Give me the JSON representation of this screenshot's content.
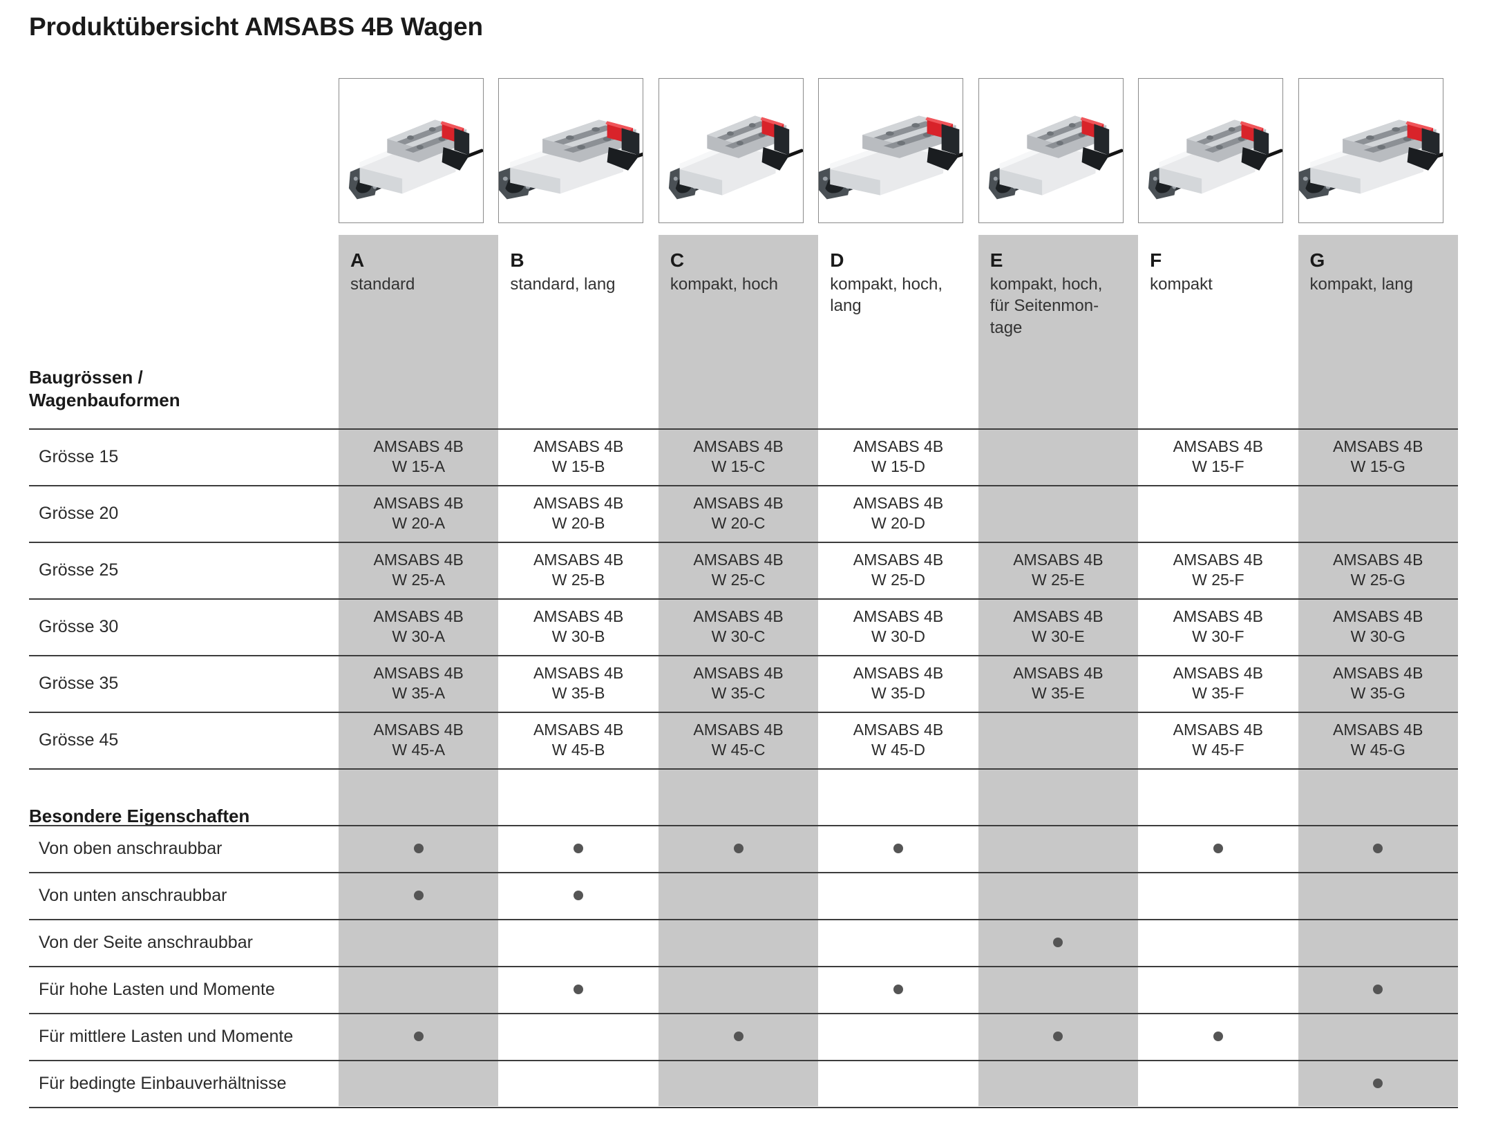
{
  "title": "Produktübersicht AMSABS 4B Wagen",
  "sections": {
    "sizes_heading_line1": "Baugrössen /",
    "sizes_heading_line2": "Wagenbauformen",
    "properties_heading": "Besondere Eigenschaften"
  },
  "columns": [
    {
      "letter": "A",
      "desc": "standard",
      "shade": "grey"
    },
    {
      "letter": "B",
      "desc": "standard, lang",
      "shade": "white"
    },
    {
      "letter": "C",
      "desc": "kompakt, hoch",
      "shade": "grey"
    },
    {
      "letter": "D",
      "desc": "kompakt, hoch, lang",
      "shade": "white"
    },
    {
      "letter": "E",
      "desc": "kompakt, hoch, für Seitenmon-tage",
      "shade": "grey"
    },
    {
      "letter": "F",
      "desc": "kompakt",
      "shade": "white"
    },
    {
      "letter": "G",
      "desc": "kompakt, lang",
      "shade": "grey"
    }
  ],
  "product_images": [
    {
      "name": "carriage-standard-a"
    },
    {
      "name": "carriage-standard-lang-b"
    },
    {
      "name": "carriage-kompakt-hoch-c"
    },
    {
      "name": "carriage-kompakt-hoch-lang-d"
    },
    {
      "name": "carriage-kompakt-hoch-seitenmontage-e"
    },
    {
      "name": "carriage-kompakt-f"
    },
    {
      "name": "carriage-kompakt-lang-g"
    }
  ],
  "size_rows": [
    {
      "label": "Grösse 15",
      "cells": [
        {
          "line1": "AMSABS 4B",
          "line2": "W 15-A"
        },
        {
          "line1": "AMSABS 4B",
          "line2": "W 15-B"
        },
        {
          "line1": "AMSABS 4B",
          "line2": "W 15-C"
        },
        {
          "line1": "AMSABS 4B",
          "line2": "W 15-D"
        },
        {
          "line1": "",
          "line2": ""
        },
        {
          "line1": "AMSABS 4B",
          "line2": "W 15-F"
        },
        {
          "line1": "AMSABS 4B",
          "line2": "W 15-G"
        }
      ]
    },
    {
      "label": "Grösse 20",
      "cells": [
        {
          "line1": "AMSABS 4B",
          "line2": "W 20-A"
        },
        {
          "line1": "AMSABS 4B",
          "line2": "W 20-B"
        },
        {
          "line1": "AMSABS 4B",
          "line2": "W 20-C"
        },
        {
          "line1": "AMSABS 4B",
          "line2": "W 20-D"
        },
        {
          "line1": "",
          "line2": ""
        },
        {
          "line1": "",
          "line2": ""
        },
        {
          "line1": "",
          "line2": ""
        }
      ]
    },
    {
      "label": "Grösse 25",
      "cells": [
        {
          "line1": "AMSABS 4B",
          "line2": "W 25-A"
        },
        {
          "line1": "AMSABS 4B",
          "line2": "W 25-B"
        },
        {
          "line1": "AMSABS 4B",
          "line2": "W 25-C"
        },
        {
          "line1": "AMSABS 4B",
          "line2": "W 25-D"
        },
        {
          "line1": "AMSABS 4B",
          "line2": "W 25-E"
        },
        {
          "line1": "AMSABS 4B",
          "line2": "W 25-F"
        },
        {
          "line1": "AMSABS 4B",
          "line2": "W 25-G"
        }
      ]
    },
    {
      "label": "Grösse 30",
      "cells": [
        {
          "line1": "AMSABS 4B",
          "line2": "W 30-A"
        },
        {
          "line1": "AMSABS 4B",
          "line2": "W 30-B"
        },
        {
          "line1": "AMSABS 4B",
          "line2": "W 30-C"
        },
        {
          "line1": "AMSABS 4B",
          "line2": "W 30-D"
        },
        {
          "line1": "AMSABS 4B",
          "line2": "W 30-E"
        },
        {
          "line1": "AMSABS 4B",
          "line2": "W 30-F"
        },
        {
          "line1": "AMSABS 4B",
          "line2": "W 30-G"
        }
      ]
    },
    {
      "label": "Grösse 35",
      "cells": [
        {
          "line1": "AMSABS 4B",
          "line2": "W 35-A"
        },
        {
          "line1": "AMSABS 4B",
          "line2": "W 35-B"
        },
        {
          "line1": "AMSABS 4B",
          "line2": "W 35-C"
        },
        {
          "line1": "AMSABS 4B",
          "line2": "W 35-D"
        },
        {
          "line1": "AMSABS 4B",
          "line2": "W 35-E"
        },
        {
          "line1": "AMSABS 4B",
          "line2": "W 35-F"
        },
        {
          "line1": "AMSABS 4B",
          "line2": "W 35-G"
        }
      ]
    },
    {
      "label": "Grösse 45",
      "cells": [
        {
          "line1": "AMSABS 4B",
          "line2": "W 45-A"
        },
        {
          "line1": "AMSABS 4B",
          "line2": "W 45-B"
        },
        {
          "line1": "AMSABS 4B",
          "line2": "W 45-C"
        },
        {
          "line1": "AMSABS 4B",
          "line2": "W 45-D"
        },
        {
          "line1": "",
          "line2": ""
        },
        {
          "line1": "AMSABS 4B",
          "line2": "W 45-F"
        },
        {
          "line1": "AMSABS 4B",
          "line2": "W 45-G"
        }
      ]
    }
  ],
  "property_rows": [
    {
      "label": "Von oben anschraubbar",
      "marks": [
        true,
        true,
        true,
        true,
        false,
        true,
        true
      ]
    },
    {
      "label": "Von unten anschraubbar",
      "marks": [
        true,
        true,
        false,
        false,
        false,
        false,
        false
      ]
    },
    {
      "label": "Von der Seite anschraubbar",
      "marks": [
        false,
        false,
        false,
        false,
        true,
        false,
        false
      ]
    },
    {
      "label": "Für hohe Lasten und Momente",
      "marks": [
        false,
        true,
        false,
        true,
        false,
        false,
        true
      ]
    },
    {
      "label": "Für mittlere Lasten und Momente",
      "marks": [
        true,
        false,
        true,
        false,
        true,
        true,
        false
      ]
    },
    {
      "label": "Für bedingte Einbauverhältnisse",
      "marks": [
        false,
        false,
        false,
        false,
        false,
        false,
        true
      ]
    }
  ],
  "colors": {
    "column_shade": "#c8c8c8",
    "rule": "#3c3c3c",
    "text": "#2b2b2b",
    "accent_red": "#d8232a"
  }
}
